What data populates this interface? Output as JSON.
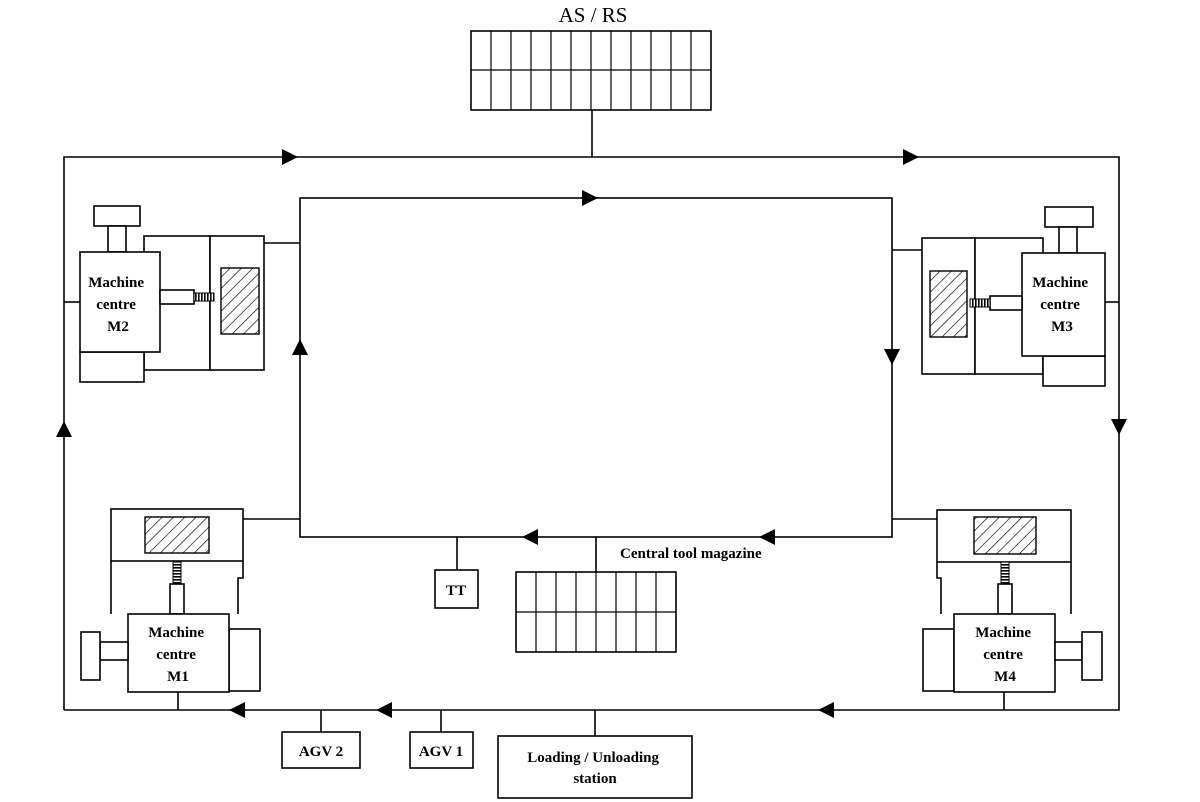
{
  "asrs": {
    "label": "AS / RS"
  },
  "machines": {
    "m1": {
      "lines": [
        "Machine",
        "centre",
        "M1"
      ]
    },
    "m2": {
      "lines": [
        "Machine",
        "centre",
        "M2"
      ]
    },
    "m3": {
      "lines": [
        "Machine",
        "centre",
        "M3"
      ]
    },
    "m4": {
      "lines": [
        "Machine",
        "centre",
        "M4"
      ]
    }
  },
  "central_tool_magazine": {
    "label": "Central tool magazine"
  },
  "tt": {
    "label": "TT"
  },
  "agv1": {
    "label": "AGV 1"
  },
  "agv2": {
    "label": "AGV 2"
  },
  "loading_station": {
    "lines": [
      "Loading / Unloading",
      "station"
    ]
  }
}
